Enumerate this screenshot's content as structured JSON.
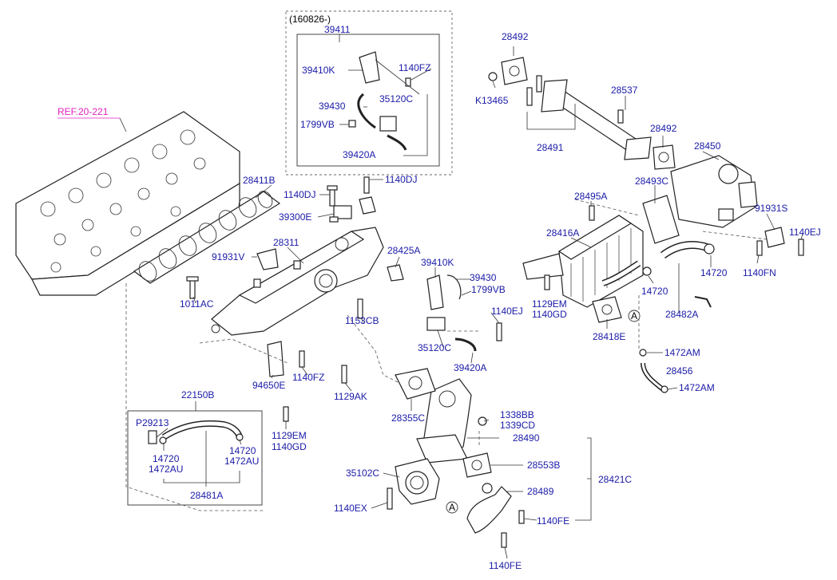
{
  "diagram": {
    "ref": "REF.20-221",
    "subassembly_code": "(160826-)",
    "callout_marker": "A",
    "labels": {
      "l39411": "39411",
      "l39410K_a": "39410K",
      "l1140FZ_a": "1140FZ",
      "l39430_a": "39430",
      "l35120C_a": "35120C",
      "l1799VB_a": "1799VB",
      "l39420A_a": "39420A",
      "l28492_a": "28492",
      "lK13465": "K13465",
      "l28537": "28537",
      "l28492_b": "28492",
      "l28491": "28491",
      "l28450": "28450",
      "l28493C": "28493C",
      "l28495A": "28495A",
      "l91931S": "91931S",
      "l1140EJ_a": "1140EJ",
      "l28416A": "28416A",
      "l1140FN": "1140FN",
      "l14720_a": "14720",
      "l14720_b": "14720",
      "l1129EM_a": "1129EM",
      "l1140GD_a": "1140GD",
      "l28482A": "28482A",
      "l28418E": "28418E",
      "l1472AM_a": "1472AM",
      "l28456": "28456",
      "l1472AM_b": "1472AM",
      "l28411B": "28411B",
      "l1140DJ_a": "1140DJ",
      "l1140DJ_b": "1140DJ",
      "l39300E": "39300E",
      "l91931V": "91931V",
      "l28311": "28311",
      "l28425A": "28425A",
      "l39410K_b": "39410K",
      "l39430_b": "39430",
      "l1799VB_b": "1799VB",
      "l1011AC": "1011AC",
      "l1153CB": "1153CB",
      "l1140EJ_b": "1140EJ",
      "l35120C_b": "35120C",
      "l39420A_b": "39420A",
      "l94650E": "94650E",
      "l1140FZ_b": "1140FZ",
      "l1129AK": "1129AK",
      "l22150B": "22150B",
      "l28355C": "28355C",
      "l1338BB": "1338BB",
      "l1339CD": "1339CD",
      "lP29213": "P29213",
      "l1129EM_b": "1129EM",
      "l1140GD_b": "1140GD",
      "l28490": "28490",
      "l14720_c": "14720",
      "l1472AU_a": "1472AU",
      "l14720_d": "14720",
      "l1472AU_b": "1472AU",
      "l28553B": "28553B",
      "l35102C": "35102C",
      "l28421C": "28421C",
      "l28489": "28489",
      "l28481A": "28481A",
      "l1140EX": "1140EX",
      "l1140FE_a": "1140FE",
      "l1140FE_b": "1140FE"
    }
  }
}
